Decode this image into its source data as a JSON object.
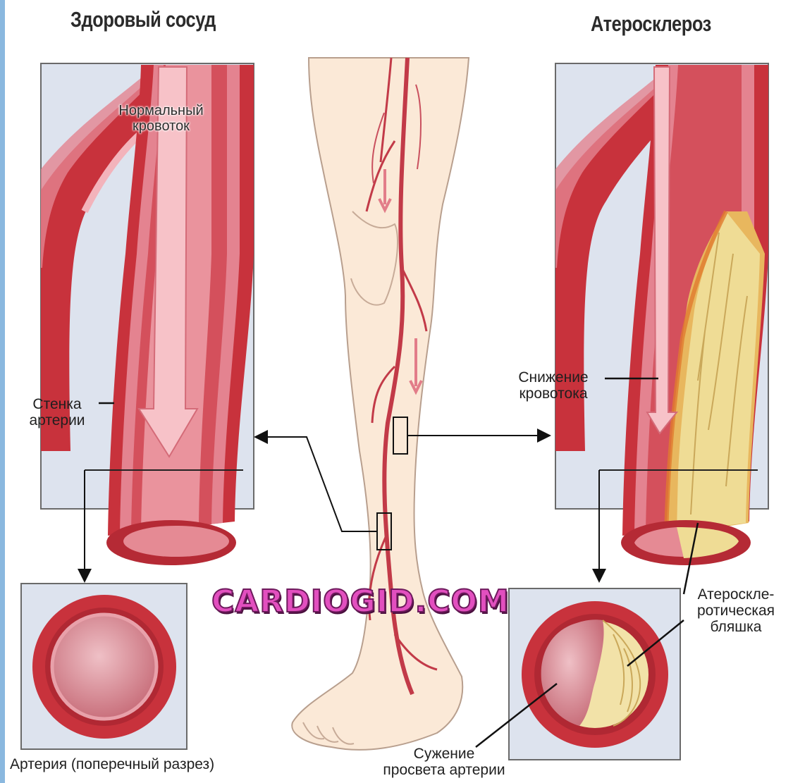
{
  "titles": {
    "healthy": "Здоровый сосуд",
    "atherosclerosis": "Атеросклероз"
  },
  "labels": {
    "normal_flow_line1": "Нормальный",
    "normal_flow_line2": "кровоток",
    "artery_wall_line1": "Стенка",
    "artery_wall_line2": "артерии",
    "cross_section": "Артерия (поперечный разрез)",
    "reduced_flow_line1": "Снижение",
    "reduced_flow_line2": "кровотока",
    "plaque_line1": "Атероскле-",
    "plaque_line2": "ротическая",
    "plaque_line3": "бляшка",
    "narrowing_line1": "Сужение",
    "narrowing_line2": "просвета артерии"
  },
  "watermark": "CARDIOGID.COM",
  "colors": {
    "artery_red": "#c8323c",
    "artery_light": "#e98a94",
    "panel_bg": "#dde3ee",
    "plaque": "#efdc95",
    "skin": "#fbe9d7"
  }
}
